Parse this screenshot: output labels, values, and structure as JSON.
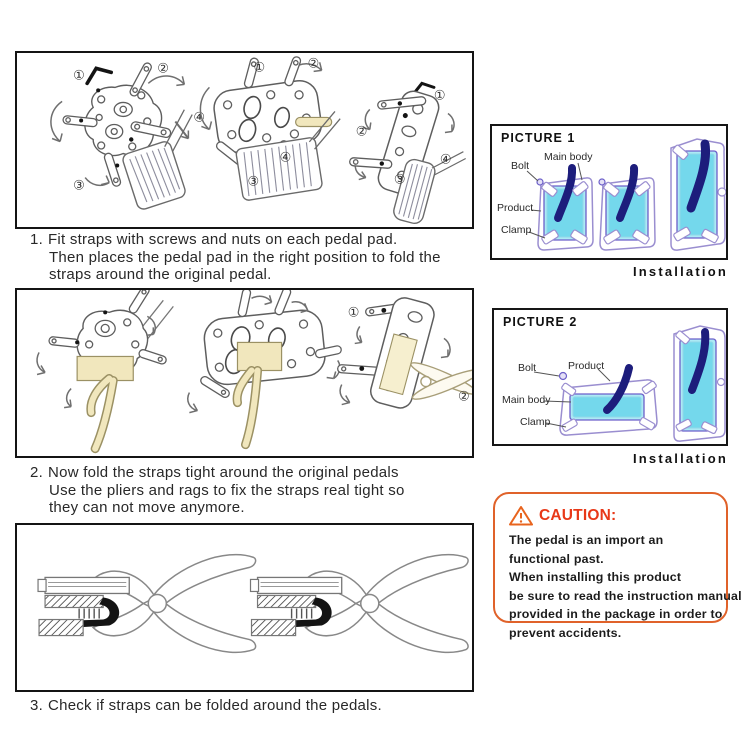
{
  "markers": {
    "m1": "①",
    "m2": "②",
    "m3": "③",
    "m4": "④"
  },
  "steps": [
    {
      "number": "1.",
      "line1": "Fit straps with screws and nuts on each pedal pad.",
      "line2": "Then places the pedal pad in the right position to fold the",
      "line3": "straps around the original pedal."
    },
    {
      "number": "2.",
      "line1": "Now fold the straps tight around the original pedals",
      "line2": "Use the pliers and rags to fix the straps real tight so",
      "line3": "they can not move anymore."
    },
    {
      "number": "3.",
      "line1": "Check if straps can be folded around the pedals."
    }
  ],
  "picture1": {
    "title": "PICTURE 1",
    "labels": {
      "bolt": "Bolt",
      "main_body": "Main body",
      "product": "Product",
      "clamp": "Clamp"
    },
    "caption": "Installation"
  },
  "picture2": {
    "title": "PICTURE 2",
    "labels": {
      "bolt": "Bolt",
      "product": "Product",
      "main_body": "Main body",
      "clamp": "Clamp"
    },
    "caption": "Installation"
  },
  "caution": {
    "title": "CAUTION:",
    "line1": "The pedal is an import an",
    "line2": "functional past.",
    "line3": "When installing this product",
    "line4": "be sure to read the instruction manual",
    "line5": "provided in the package in order to",
    "line6": "prevent accidents."
  },
  "colors": {
    "pad_cyan": "#74d8ec",
    "pad_cyan_light": "#aceaf5",
    "lever_navy": "#1d1d7c",
    "outline_purple": "#9a8ed0",
    "caution_border": "#e0622a",
    "caution_title": "#e83818",
    "strap_yellow": "#f1e7bd",
    "box_border": "#141414"
  }
}
